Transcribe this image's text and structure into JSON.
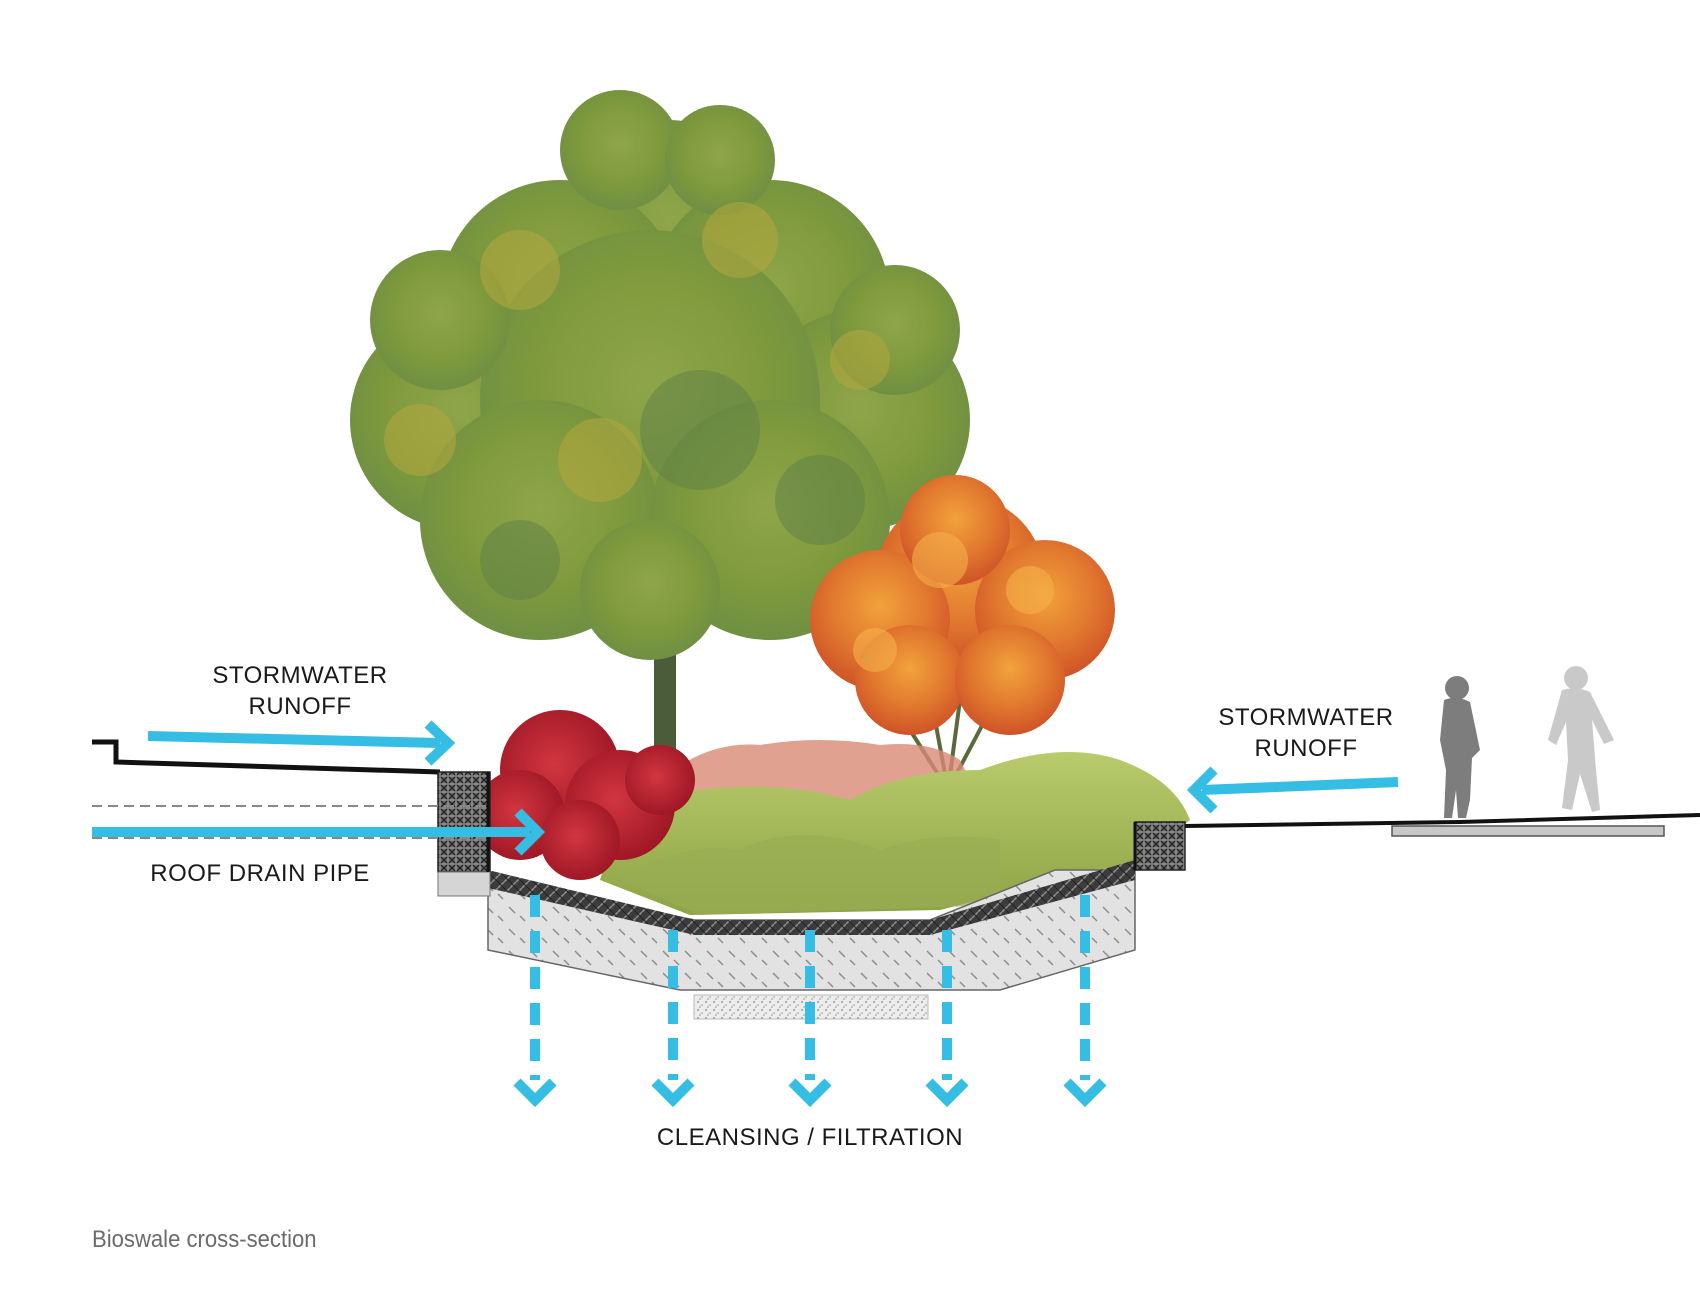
{
  "labels": {
    "stormwater_left": [
      "STORMWATER",
      "RUNOFF"
    ],
    "stormwater_right": [
      "STORMWATER",
      "RUNOFF"
    ],
    "roof_drain": "ROOF DRAIN PIPE",
    "filtration": "CLEANSING / FILTRATION"
  },
  "caption": "Bioswale cross-section",
  "colors": {
    "water_arrow": "#35bde3",
    "tree_green": "#7f9a3c",
    "shrub_orange": "#e0762e",
    "shrub_red": "#b81f2c",
    "grass": "#a9bf5a",
    "soil": "#dcdcdc",
    "mulch": "#3a3a3a"
  }
}
